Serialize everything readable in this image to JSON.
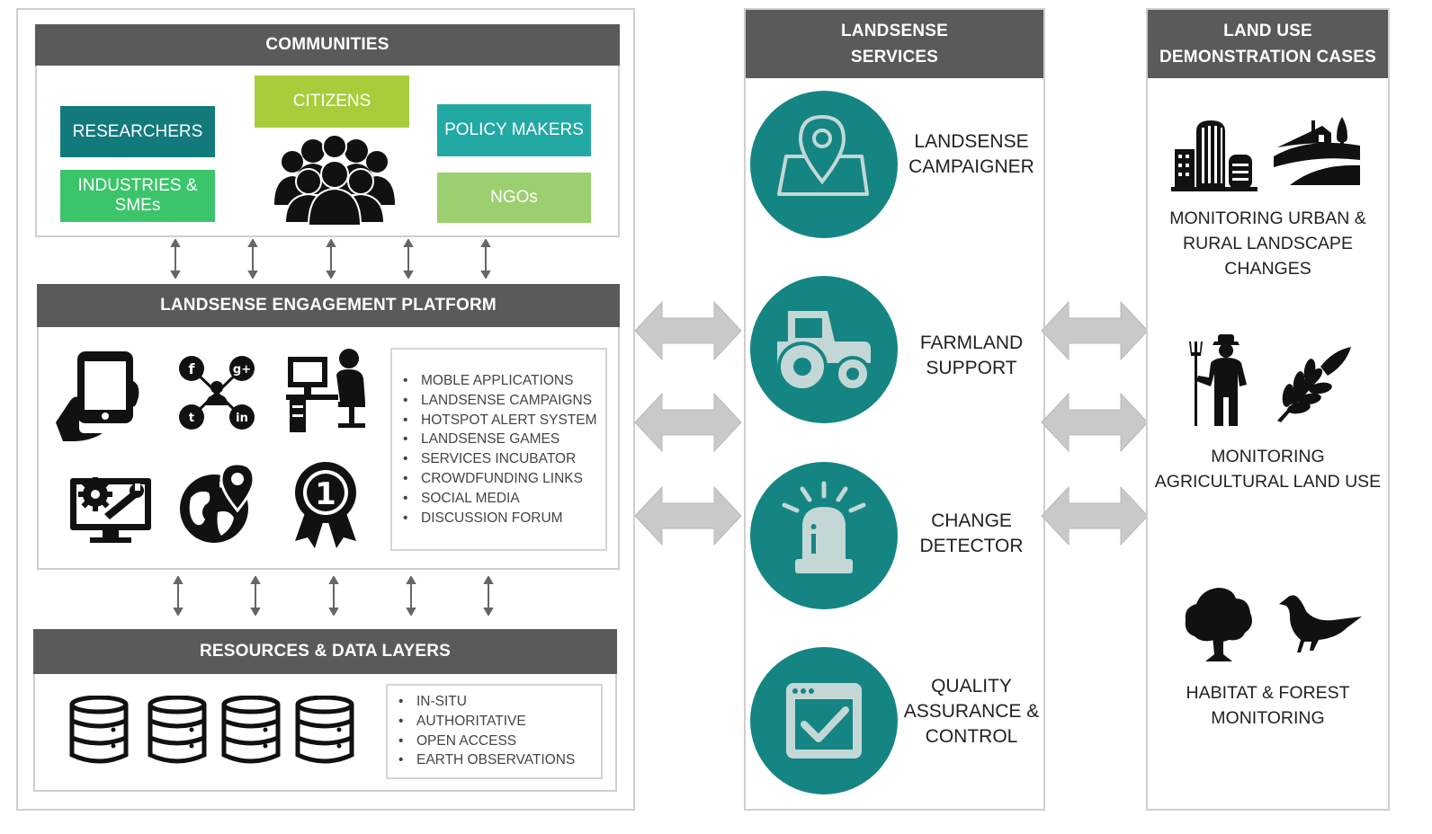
{
  "communities": {
    "title": "COMMUNITIES",
    "researchers": "RESEARCHERS",
    "citizens": "CITIZENS",
    "policy_makers": "POLICY MAKERS",
    "industries_line1": "INDUSTRIES &",
    "industries_line2": "SMEs",
    "ngos": "NGOs"
  },
  "platform": {
    "title": "LANDSENSE ENGAGEMENT PLATFORM",
    "features": [
      "MOBLE APPLICATIONS",
      "LANDSENSE CAMPAIGNS",
      "HOTSPOT ALERT SYSTEM",
      "LANDSENSE GAMES",
      "SERVICES INCUBATOR",
      "CROWDFUNDING LINKS",
      "SOCIAL MEDIA",
      "DISCUSSION FORUM"
    ]
  },
  "resources": {
    "title": "RESOURCES & DATA LAYERS",
    "items": [
      "IN-SITU",
      "AUTHORITATIVE",
      "OPEN ACCESS",
      "EARTH OBSERVATIONS"
    ]
  },
  "services": {
    "title_line1": "LANDSENSE",
    "title_line2": "SERVICES",
    "items": [
      {
        "line1": "LANDSENSE",
        "line2": "CAMPAIGNER",
        "line3": ""
      },
      {
        "line1": "FARMLAND",
        "line2": "SUPPORT",
        "line3": ""
      },
      {
        "line1": "CHANGE",
        "line2": "DETECTOR",
        "line3": ""
      },
      {
        "line1": "QUALITY",
        "line2": "ASSURANCE &",
        "line3": "CONTROL"
      }
    ]
  },
  "demos": {
    "title_line1": "LAND USE",
    "title_line2": "DEMONSTRATION CASES",
    "items": [
      {
        "line1": "MONITORING URBAN &",
        "line2": "RURAL LANDSCAPE",
        "line3": "CHANGES"
      },
      {
        "line1": "MONITORING",
        "line2": "AGRICULTURAL LAND USE",
        "line3": ""
      },
      {
        "line1": "HABITAT & FOREST",
        "line2": "MONITORING",
        "line3": ""
      }
    ]
  },
  "colors": {
    "header_gray": "#5a5a5a",
    "service_teal": "#158583",
    "researchers": "#137a7c",
    "industries": "#3cc46b",
    "citizens": "#a7cd3b",
    "policy_makers": "#23a9a3",
    "ngos": "#9ccf6f",
    "arrow_gray": "#c8c8c8"
  }
}
